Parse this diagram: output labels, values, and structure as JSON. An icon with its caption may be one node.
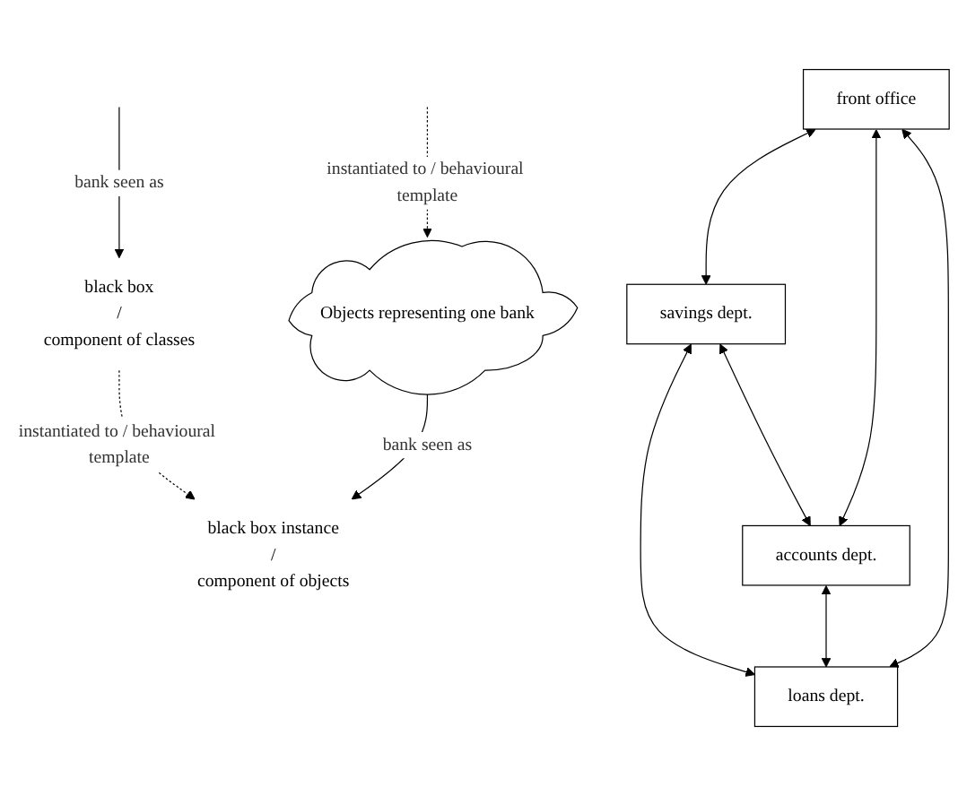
{
  "diagram": {
    "nodes": [
      {
        "text": [
          "front office"
        ]
      },
      {
        "text": [
          "savings dept."
        ]
      },
      {
        "text": [
          "accounts dept."
        ]
      },
      {
        "text": [
          "loans dept."
        ]
      },
      {
        "text": [
          "black box",
          "/",
          "component of classes"
        ]
      },
      {
        "text": [
          "Objects representing one bank"
        ]
      },
      {
        "text": [
          "black box instance",
          "/",
          "component of objects"
        ]
      }
    ],
    "edges": [
      {
        "from": 0,
        "to": 1,
        "arrow": "both"
      },
      {
        "from": 0,
        "to": 2,
        "arrow": "both"
      },
      {
        "from": 1,
        "to": 3,
        "arrow": "both"
      },
      {
        "from": 0,
        "to": 3,
        "arrow": "both"
      },
      {
        "from": 1,
        "to": 2,
        "arrow": "both"
      },
      {
        "from": 2,
        "to": 3,
        "arrow": "both"
      },
      {
        "from": null,
        "to": 4,
        "arrow": "to",
        "label": "bank seen as"
      },
      {
        "from": null,
        "to": 5,
        "arrow": "to",
        "style": "dashed",
        "label": "instantiated to / behavioural template"
      },
      {
        "from": 4,
        "to": 6,
        "arrow": "to",
        "style": "dashed",
        "label": "instantiated to / behavioural template"
      },
      {
        "from": 5,
        "to": 6,
        "arrow": "to",
        "label": "bank seen as"
      }
    ]
  }
}
